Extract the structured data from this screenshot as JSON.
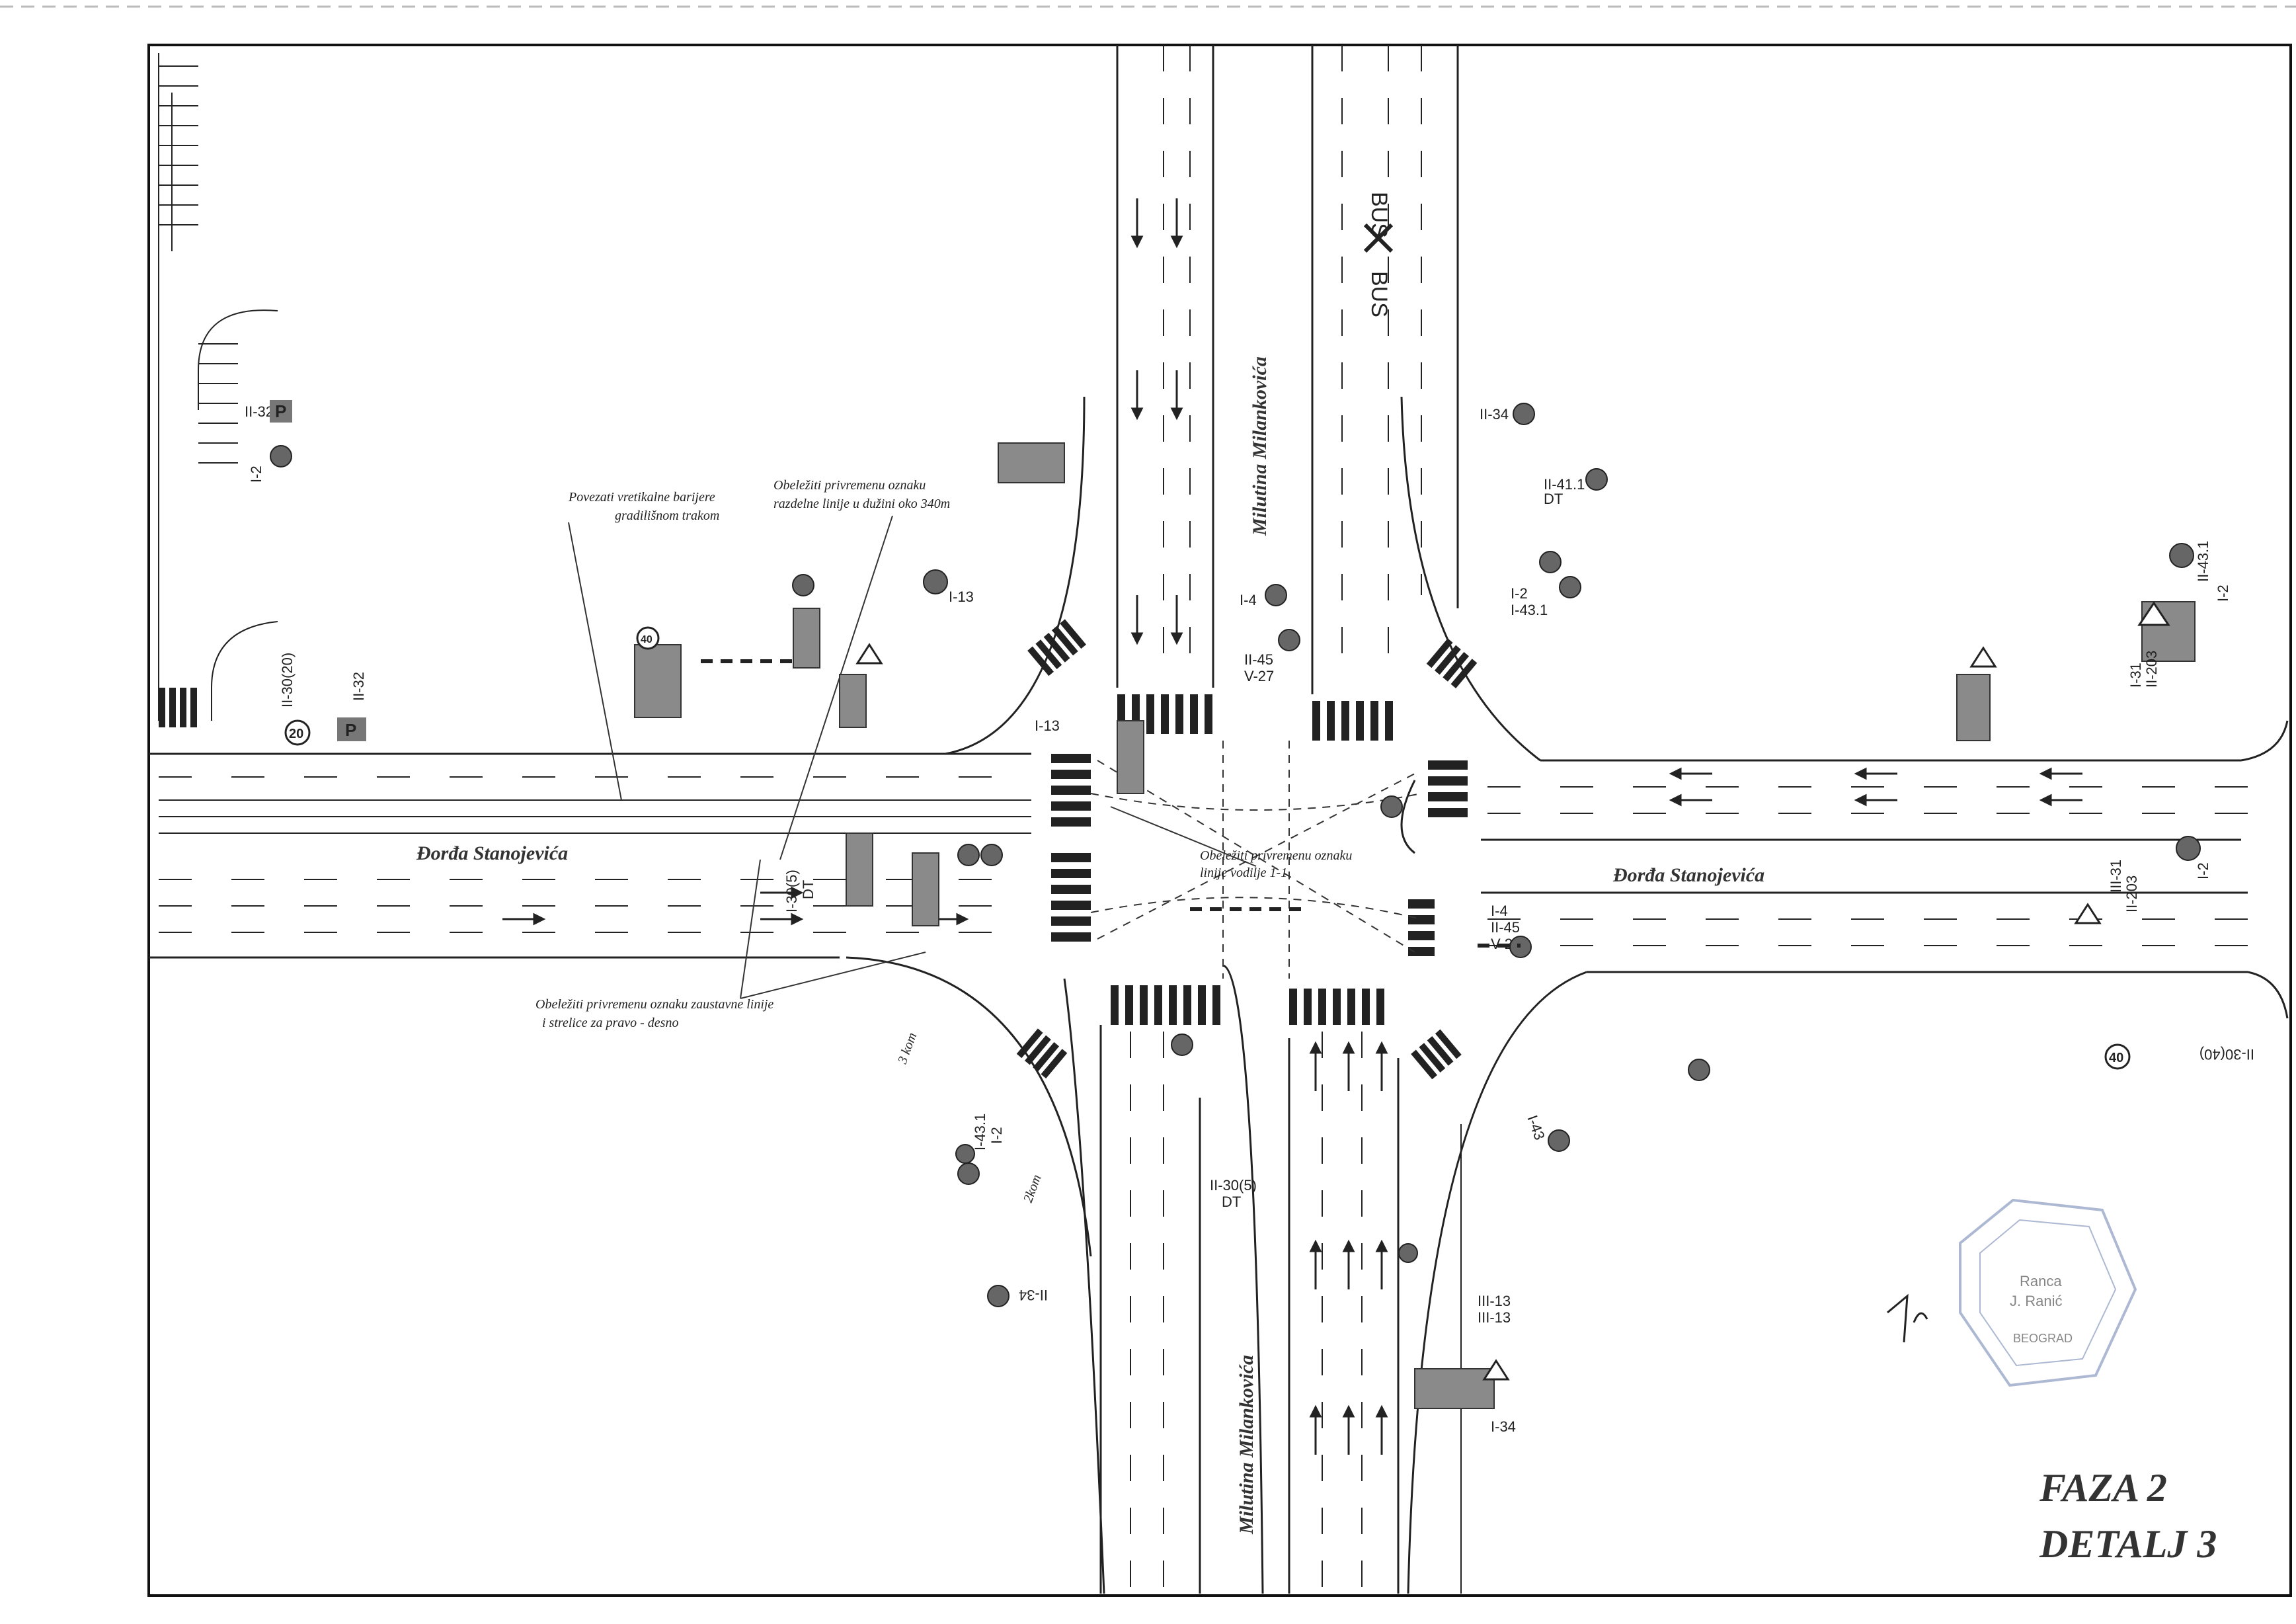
{
  "sheet": {
    "title_line1": "FAZA 2",
    "title_line2": "DETALJ 3"
  },
  "streets": {
    "horizontal_west": "Đorđa Stanojevića",
    "horizontal_east": "Đorđa Stanojevića",
    "vertical_north": "Milutina Milankovića",
    "vertical_south": "Milutina Milankovića"
  },
  "notes": {
    "barriers_1": "Povezati vretikalne barijere",
    "barriers_2": "gradilišnom trakom",
    "temp_marking_1": "Obeležiti privremenu oznaku",
    "temp_marking_2": "razdelne linije u dužini oko 340m",
    "stop_line_1": "Obeležiti privremenu oznaku zaustavne linije",
    "stop_line_2": "i strelice za pravo - desno",
    "guide_line_1": "Obeležiti privremenu oznaku",
    "guide_line_2": "linije vodilje 1-1",
    "kom_1": "3 kom",
    "kom_2": "2kom"
  },
  "road_markings": {
    "bus": "BUS"
  },
  "sign_codes": {
    "s_ii32": "II-32",
    "s_i2_nw": "I-2",
    "s_ii34_n": "II-34",
    "s_ii411": "II-41.1",
    "s_dt_n": "DT",
    "s_i2_ne": "I-2",
    "s_i43_ne": "I-43.1",
    "s_ii43_far": "II-43.1",
    "s_i2_far": "I-2",
    "s_i31": "I-31",
    "s_ii203": "II-203",
    "s_i4_n": "I-4",
    "s_ii45": "II-45",
    "s_v27": "V-27",
    "s_i13": "I-13",
    "s_ii30_20": "II-30(20)",
    "s_ii32_w": "II-32",
    "s_20": "20",
    "s_p1": "P",
    "s_p2": "P",
    "s_i30_5": "I-30(5)",
    "s_dt_w": "DT",
    "s_i4_e": "I-4",
    "s_ii45_e": "II-45",
    "s_v27_e": "V-27",
    "s_i2_e": "I-2",
    "s_iii31_e": "III-31",
    "s_ii203_e": "II-203",
    "s_ii30_40": "II-30(40)",
    "s_40": "40",
    "s_ii34_sw": "II-34",
    "s_ii30_5_s": "II-30(5)",
    "s_dt_s": "DT",
    "s_iii13_a": "III-13",
    "s_iii13_b": "III-13",
    "s_i43_s": "I-43",
    "s_i2_sw": "I-2",
    "s_i43_sw": "I-43.1",
    "s_i34_s": "I-34",
    "s_40_nw": "40",
    "s_i13_n": "I-13"
  },
  "stamp": {
    "line1": "Ranca",
    "line2": "J. Ranić",
    "line3": "BEOGRAD"
  }
}
